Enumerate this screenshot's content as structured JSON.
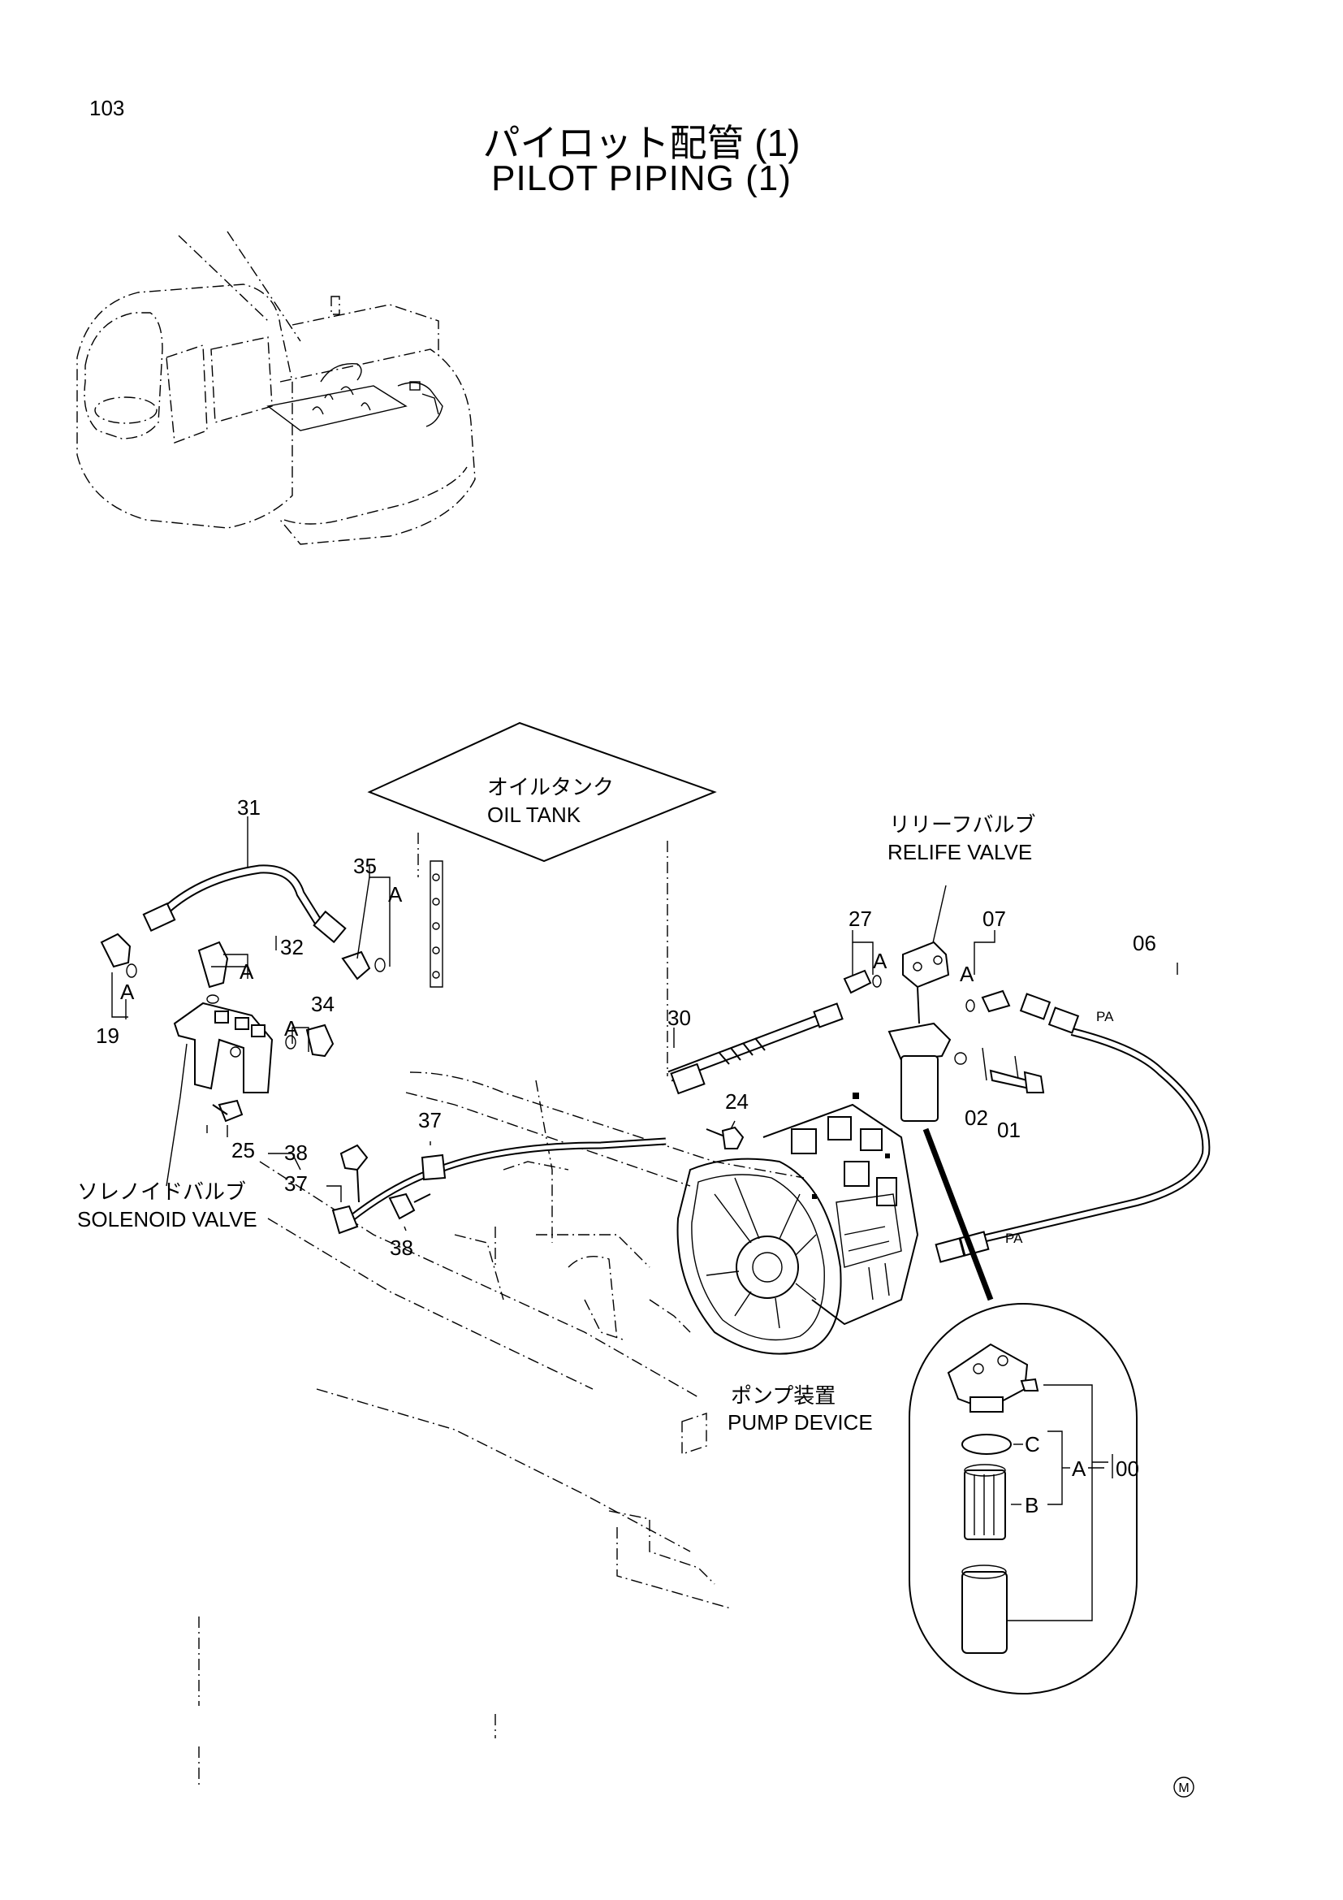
{
  "page_number": "103",
  "title_jp": "パイロット配管 (1)",
  "title_en": "PILOT PIPING (1)",
  "components": {
    "oil_tank_jp": "オイルタンク",
    "oil_tank_en": "OIL TANK",
    "relief_valve_jp": "リリーフバルブ",
    "relief_valve_en": "RELIFE VALVE",
    "solenoid_valve_jp": "ソレノイドバルブ",
    "solenoid_valve_en": "SOLENOID VALVE",
    "pump_device_jp": "ポンプ装置",
    "pump_device_en": "PUMP DEVICE"
  },
  "part_numbers": {
    "p31": "31",
    "p35": "35",
    "p32": "32",
    "p34": "34",
    "p19": "19",
    "p25": "25",
    "p27": "27",
    "p07": "07",
    "p06": "06",
    "p30": "30",
    "p24": "24",
    "p02": "02",
    "p01": "01",
    "p37a": "37",
    "p37b": "37",
    "p38a": "38",
    "p38b": "38",
    "p00": "00"
  },
  "sub_letters": {
    "a": "A",
    "b": "B",
    "c": "C"
  },
  "port_label": "PA",
  "mark": "M",
  "icons": [
    "excavator-overview-icon",
    "oil-tank-icon",
    "pump-device-icon",
    "relief-valve-icon",
    "solenoid-valve-icon",
    "filter-detail-icon"
  ]
}
